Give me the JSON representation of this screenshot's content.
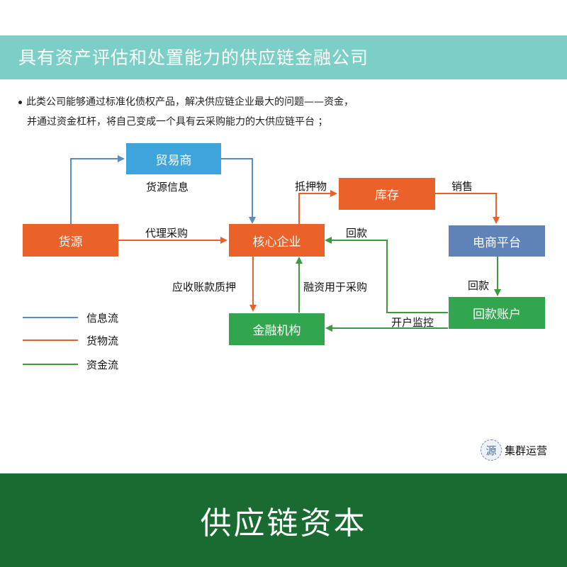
{
  "header": {
    "title": "具有资产评估和处置能力的供应链金融公司"
  },
  "intro": {
    "line1": "此类公司能够通过标准化债权产品，解决供应链企业最大的问题——资金，",
    "line2": "并通过资金杠杆，将自己变成一个具有云采购能力的大供应链平台 ；"
  },
  "diagram": {
    "nodes": {
      "trader": "贸易商",
      "supply": "货源",
      "core": "核心企业",
      "inventory": "库存",
      "ecommerce": "电商平台",
      "finance": "金融机构",
      "repay_account": "回款账户"
    },
    "edges": {
      "supply_info": "货源信息",
      "agent_purchase": "代理采购",
      "pledge": "抵押物",
      "sales": "销售",
      "repayment_core": "回款",
      "repayment_account": "回款",
      "receivable_pledge": "应收账款质押",
      "finance_purchase": "融资用于采购",
      "account_monitor": "开户监控"
    }
  },
  "legend": [
    {
      "label": "信息流",
      "color": "#5b8cc8"
    },
    {
      "label": "货物流",
      "color": "#e8602c"
    },
    {
      "label": "资金流",
      "color": "#3c9a3c"
    }
  ],
  "colors": {
    "header_band": "#7ccfc6",
    "orange": "#ea6129",
    "blue": "#3fa3dc",
    "steel": "#5f82b7",
    "green": "#32a64f",
    "footer": "#1a6b31"
  },
  "logo": {
    "mark": "源",
    "text": "集群运营"
  },
  "footer": {
    "title": "供应链资本"
  }
}
